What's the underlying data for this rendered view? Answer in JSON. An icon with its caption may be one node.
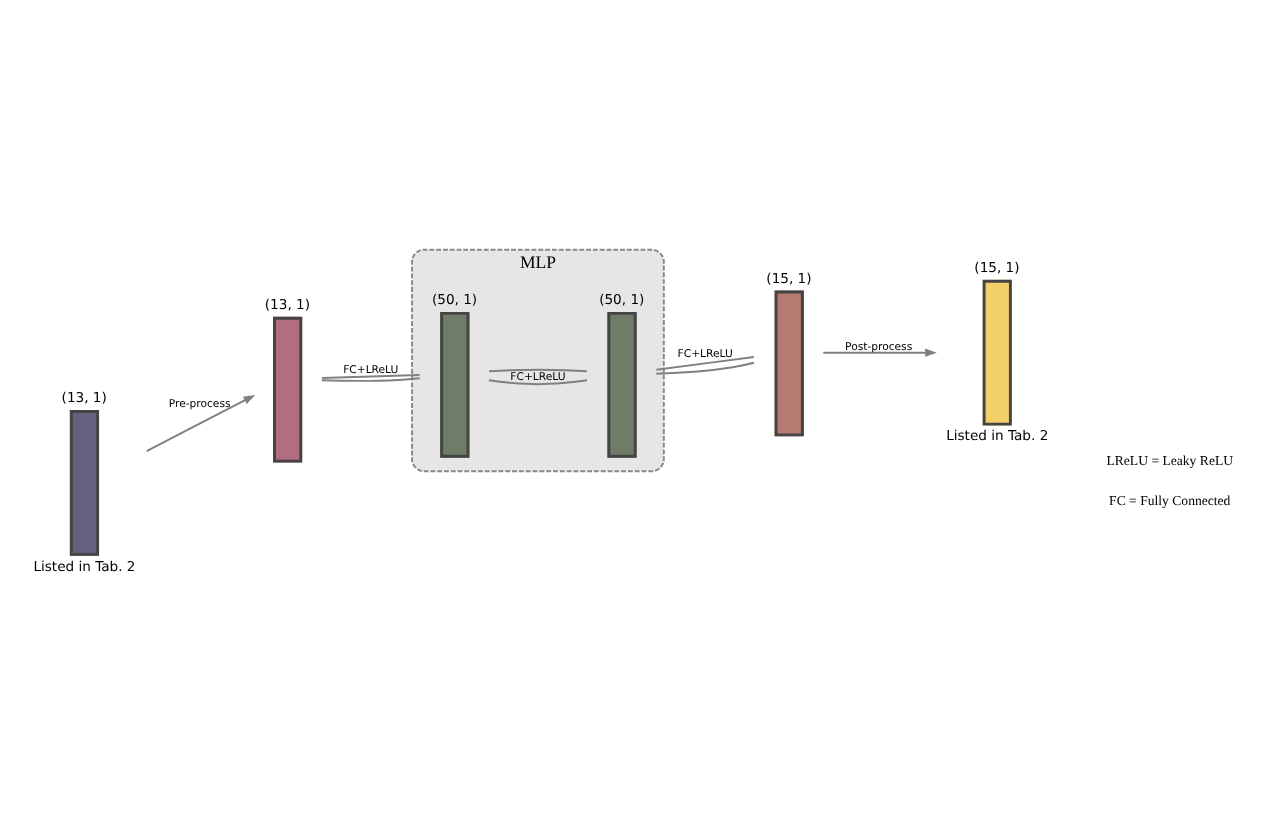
{
  "diagram": {
    "nodes": [
      {
        "text": [
          "(13, 1)"
        ],
        "beside": [
          "Listed in Tab. 2"
        ]
      },
      {
        "text": [
          "(13, 1)"
        ]
      },
      {
        "text": [
          "MLP"
        ]
      },
      {
        "text": [
          "(50, 1)"
        ],
        "in": 2
      },
      {
        "text": [
          "(50, 1)"
        ],
        "in": 2
      },
      {
        "text": [
          "(15, 1)"
        ]
      },
      {
        "text": [
          "(15, 1)"
        ],
        "beside": [
          "Listed in Tab. 2"
        ]
      }
    ],
    "edges": [
      {
        "from": 0,
        "to": 1,
        "arrow": "to",
        "label": "Pre-process"
      },
      {
        "from": 1,
        "to": 3,
        "arrow": "none",
        "label": "FC+LReLU"
      },
      {
        "from": 1,
        "to": 3,
        "arrow": "none"
      },
      {
        "from": 3,
        "to": 4,
        "arrow": "none",
        "label": "FC+LReLU"
      },
      {
        "from": 3,
        "to": 4,
        "arrow": "none"
      },
      {
        "from": 4,
        "to": 5,
        "arrow": "none",
        "label": "FC+LReLU"
      },
      {
        "from": 4,
        "to": 5,
        "arrow": "none"
      },
      {
        "from": 5,
        "to": 6,
        "arrow": "to",
        "label": "Post-process"
      }
    ],
    "labels": [
      "FC = Fully Connected",
      "LReLU = Leaky ReLU"
    ]
  }
}
